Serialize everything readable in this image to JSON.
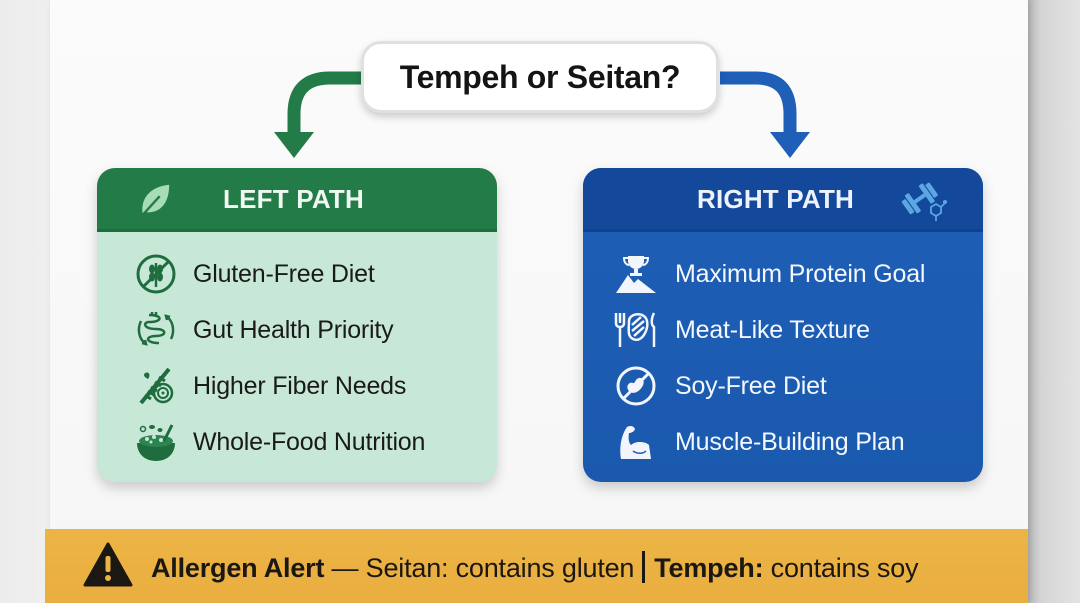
{
  "title": "Tempeh or Seitan?",
  "colors": {
    "left_header": "#237b47",
    "left_body": "#c7e8d7",
    "right_header": "#13489a",
    "right_body": "#1e5fb6",
    "left_arrow": "#237b47",
    "right_arrow": "#1f5fb7",
    "alert_bg": "#ecb446"
  },
  "left_panel": {
    "title": "LEFT PATH",
    "header_icon": "leaf-icon",
    "items": [
      {
        "label": "Gluten-Free Diet",
        "icon": "no-wheat-icon"
      },
      {
        "label": "Gut Health Priority",
        "icon": "intestine-icon"
      },
      {
        "label": "Higher Fiber Needs",
        "icon": "fiber-icon"
      },
      {
        "label": "Whole-Food Nutrition",
        "icon": "bowl-icon"
      }
    ]
  },
  "right_panel": {
    "title": "RIGHT PATH",
    "header_icon": "dumbbell-molecule-icon",
    "items": [
      {
        "label": "Maximum Protein Goal",
        "icon": "trophy-mountain-icon"
      },
      {
        "label": "Meat-Like Texture",
        "icon": "steak-plate-icon"
      },
      {
        "label": "Soy-Free Diet",
        "icon": "no-soy-icon"
      },
      {
        "label": "Muscle-Building Plan",
        "icon": "flexed-arm-icon"
      }
    ]
  },
  "alert": {
    "icon": "warning-icon",
    "heading": "Allergen Alert",
    "dash": " — ",
    "seitan_text": "Seitan: contains gluten",
    "tempeh_label": "Tempeh:",
    "tempeh_text": " contains soy"
  }
}
